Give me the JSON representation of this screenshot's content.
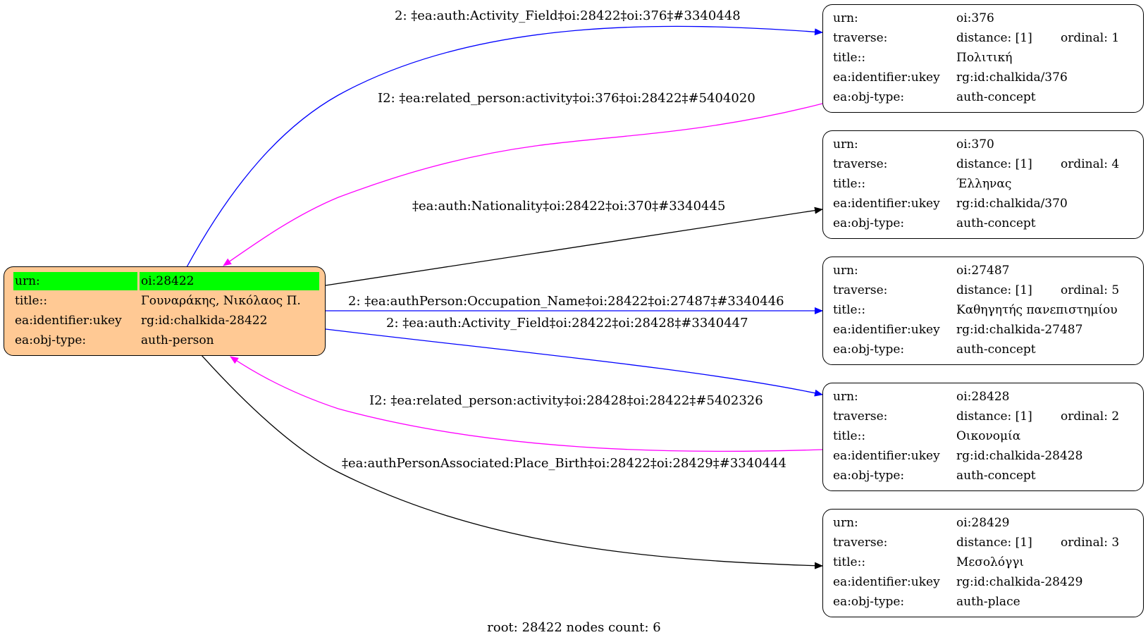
{
  "root_node": {
    "rows": [
      {
        "key": "urn:",
        "value": "oi:28422"
      },
      {
        "key": "title::",
        "value": "Γουναράκης, Νικόλαος Π."
      },
      {
        "key": "ea:identifier:ukey",
        "value": "rg:id:chalkida-28422"
      },
      {
        "key": "ea:obj-type:",
        "value": "auth-person"
      }
    ]
  },
  "nodes": [
    {
      "urn": "oi:376",
      "distance": "distance: [1]",
      "ordinal": "ordinal: 1",
      "title": "Πολιτική",
      "ukey": "rg:id:chalkida/376",
      "type": "auth-concept"
    },
    {
      "urn": "oi:370",
      "distance": "distance: [1]",
      "ordinal": "ordinal: 4",
      "title": "Έλληνας",
      "ukey": "rg:id:chalkida/370",
      "type": "auth-concept"
    },
    {
      "urn": "oi:27487",
      "distance": "distance: [1]",
      "ordinal": "ordinal: 5",
      "title": "Καθηγητής πανεπιστημίου",
      "ukey": "rg:id:chalkida-27487",
      "type": "auth-concept"
    },
    {
      "urn": "oi:28428",
      "distance": "distance: [1]",
      "ordinal": "ordinal: 2",
      "title": "Οικονομία",
      "ukey": "rg:id:chalkida-28428",
      "type": "auth-concept"
    },
    {
      "urn": "oi:28429",
      "distance": "distance: [1]",
      "ordinal": "ordinal: 3",
      "title": "Μεσολόγγι",
      "ukey": "rg:id:chalkida-28429",
      "type": "auth-place"
    }
  ],
  "node_keys": {
    "urn": "urn:",
    "traverse": "traverse:",
    "title": "title::",
    "ukey": "ea:identifier:ukey",
    "type": "ea:obj-type:"
  },
  "edges": [
    {
      "label": "2: ‡ea:auth:Activity_Field‡oi:28422‡oi:376‡#3340448",
      "color": "#0000ff"
    },
    {
      "label": "I2: ‡ea:related_person:activity‡oi:376‡oi:28422‡#5404020",
      "color": "#ff00ff"
    },
    {
      "label": "‡ea:auth:Nationality‡oi:28422‡oi:370‡#3340445",
      "color": "#000000"
    },
    {
      "label": "2: ‡ea:authPerson:Occupation_Name‡oi:28422‡oi:27487‡#3340446",
      "color": "#0000ff"
    },
    {
      "label": "2: ‡ea:auth:Activity_Field‡oi:28422‡oi:28428‡#3340447",
      "color": "#0000ff"
    },
    {
      "label": "I2: ‡ea:related_person:activity‡oi:28428‡oi:28422‡#5402326",
      "color": "#ff00ff"
    },
    {
      "label": "‡ea:authPersonAssociated:Place_Birth‡oi:28422‡oi:28429‡#3340444",
      "color": "#000000"
    }
  ],
  "colors": {
    "root_fill": "#ffc994",
    "highlight": "#00ff00"
  },
  "footer": "root: 28422 nodes count: 6"
}
